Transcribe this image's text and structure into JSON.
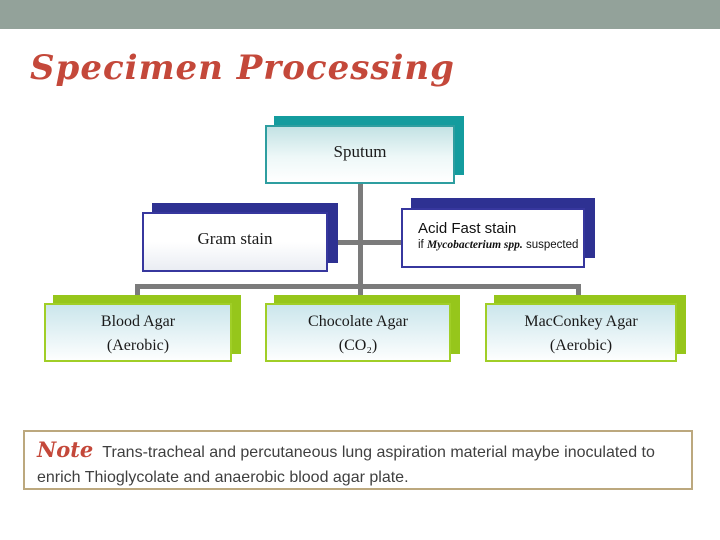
{
  "slide": {
    "title": "Specimen Processing",
    "colors": {
      "top_bar": "#93A29A",
      "title_red": "#C4483A",
      "teal_accent": "#149C9E",
      "navy_accent": "#2E3192",
      "green_accent": "#A0CE27",
      "connector_gray": "#7B7B7B",
      "note_border_tan": "#BCA87E"
    }
  },
  "diagram": {
    "root": {
      "label": "Sputum"
    },
    "stains": [
      {
        "label": "Gram stain"
      },
      {
        "label": "Acid Fast stain",
        "sub_prefix": "if ",
        "sub_italic": "Mycobacterium spp.",
        "sub_suffix": " suspected"
      }
    ],
    "agars": [
      {
        "line1": "Blood Agar",
        "line2": "(Aerobic)"
      },
      {
        "line1": "Chocolate Agar",
        "line2": "(CO₂)"
      },
      {
        "line1": "MacConkey Agar",
        "line2": "(Aerobic)"
      }
    ]
  },
  "note": {
    "label": "Note",
    "text": "Trans-tracheal and percutaneous lung aspiration material maybe inoculated to enrich Thioglycolate and anaerobic blood agar plate."
  }
}
